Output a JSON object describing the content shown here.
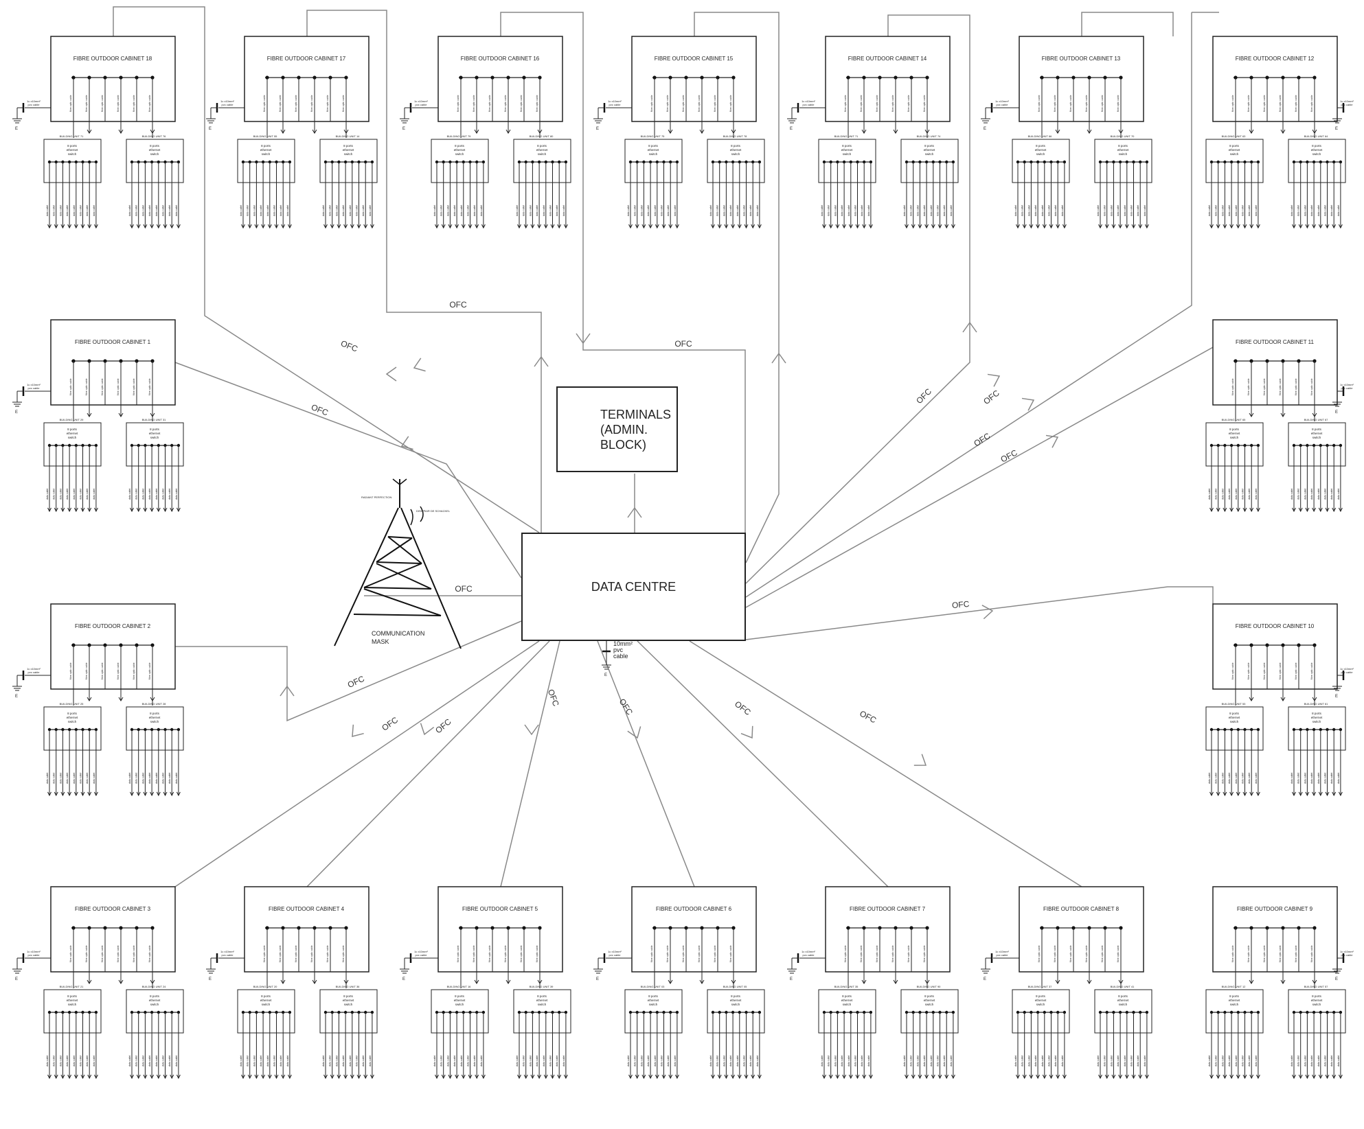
{
  "center": {
    "data_centre": "DATA CENTRE",
    "terminals": "TERMINALS\n(ADMIN.\nBLOCK)",
    "pvc_note": [
      "10mm²",
      "pvc",
      "cable"
    ],
    "earth": "E"
  },
  "mast": {
    "label_lines": [
      "COMMUNICATION",
      "MASK"
    ],
    "small_label_1": "RADIANT PERFECTION",
    "small_label_2": "DISH/PAIR DE SCHACKEL"
  },
  "link_label": "OFC",
  "cabinet_common": {
    "switch_lines": [
      "8 ports",
      "ethernet",
      "switch"
    ],
    "pvc_lines": [
      "1c x10mm²",
      "pvc cable"
    ],
    "earth": "E",
    "fibre_label": "fibre optic cable",
    "unit_label": "BUILDING UNIT",
    "data_label": "data outlet"
  },
  "cabinets": [
    {
      "title": "FIBRE OUTDOOR CABINET 18",
      "units": [
        "BUILDING UNIT 71",
        "BUILDING UNIT 76"
      ]
    },
    {
      "title": "FIBRE OUTDOOR CABINET 17",
      "units": [
        "BUILDING UNIT 55",
        "BUILDING UNIT 14"
      ]
    },
    {
      "title": "FIBRE OUTDOOR CABINET 16",
      "units": [
        "BUILDING UNIT 79",
        "BUILDING UNIT 80"
      ]
    },
    {
      "title": "FIBRE OUTDOOR CABINET 15",
      "units": [
        "BUILDING UNIT 75",
        "BUILDING UNIT 78"
      ]
    },
    {
      "title": "FIBRE OUTDOOR CABINET 14",
      "units": [
        "BUILDING UNIT 71",
        "BUILDING UNIT 74"
      ]
    },
    {
      "title": "FIBRE OUTDOOR CABINET 13",
      "units": [
        "BUILDING UNIT 66",
        "BUILDING UNIT 70"
      ]
    },
    {
      "title": "FIBRE OUTDOOR CABINET 12",
      "units": [
        "BUILDING UNIT 63",
        "BUILDING UNIT 64"
      ]
    },
    {
      "title": "FIBRE OUTDOOR CABINET 1",
      "units": [
        "BUILDING UNIT 29",
        "BUILDING UNIT 31"
      ]
    },
    {
      "title": "FIBRE OUTDOOR CABINET 11",
      "units": [
        "BUILDING UNIT 65",
        "BUILDING UNIT 67"
      ]
    },
    {
      "title": "FIBRE OUTDOOR CABINET 2",
      "units": [
        "BUILDING UNIT 25",
        "BUILDING UNIT 28"
      ]
    },
    {
      "title": "FIBRE OUTDOOR CABINET 10",
      "units": [
        "BUILDING UNIT 53",
        "BUILDING UNIT 61"
      ]
    },
    {
      "title": "FIBRE OUTDOOR CABINET 3",
      "units": [
        "BUILDING UNIT 21",
        "BUILDING UNIT 24"
      ]
    },
    {
      "title": "FIBRE OUTDOOR CABINET 4",
      "units": [
        "BUILDING UNIT 20",
        "BUILDING UNIT 36"
      ]
    },
    {
      "title": "FIBRE OUTDOOR CABINET 5",
      "units": [
        "BUILDING UNIT 16",
        "BUILDING UNIT 39"
      ]
    },
    {
      "title": "FIBRE OUTDOOR CABINET 6",
      "units": [
        "BUILDING UNIT 03",
        "BUILDING UNIT 05"
      ]
    },
    {
      "title": "FIBRE OUTDOOR CABINET 7",
      "units": [
        "BUILDING UNIT 35",
        "BUILDING UNIT 90"
      ]
    },
    {
      "title": "FIBRE OUTDOOR CABINET 8",
      "units": [
        "BUILDING UNIT 37",
        "BUILDING UNIT 41"
      ]
    },
    {
      "title": "FIBRE OUTDOOR CABINET 9",
      "units": [
        "BUILDING UNIT 12",
        "BUILDING UNIT 57"
      ]
    }
  ]
}
